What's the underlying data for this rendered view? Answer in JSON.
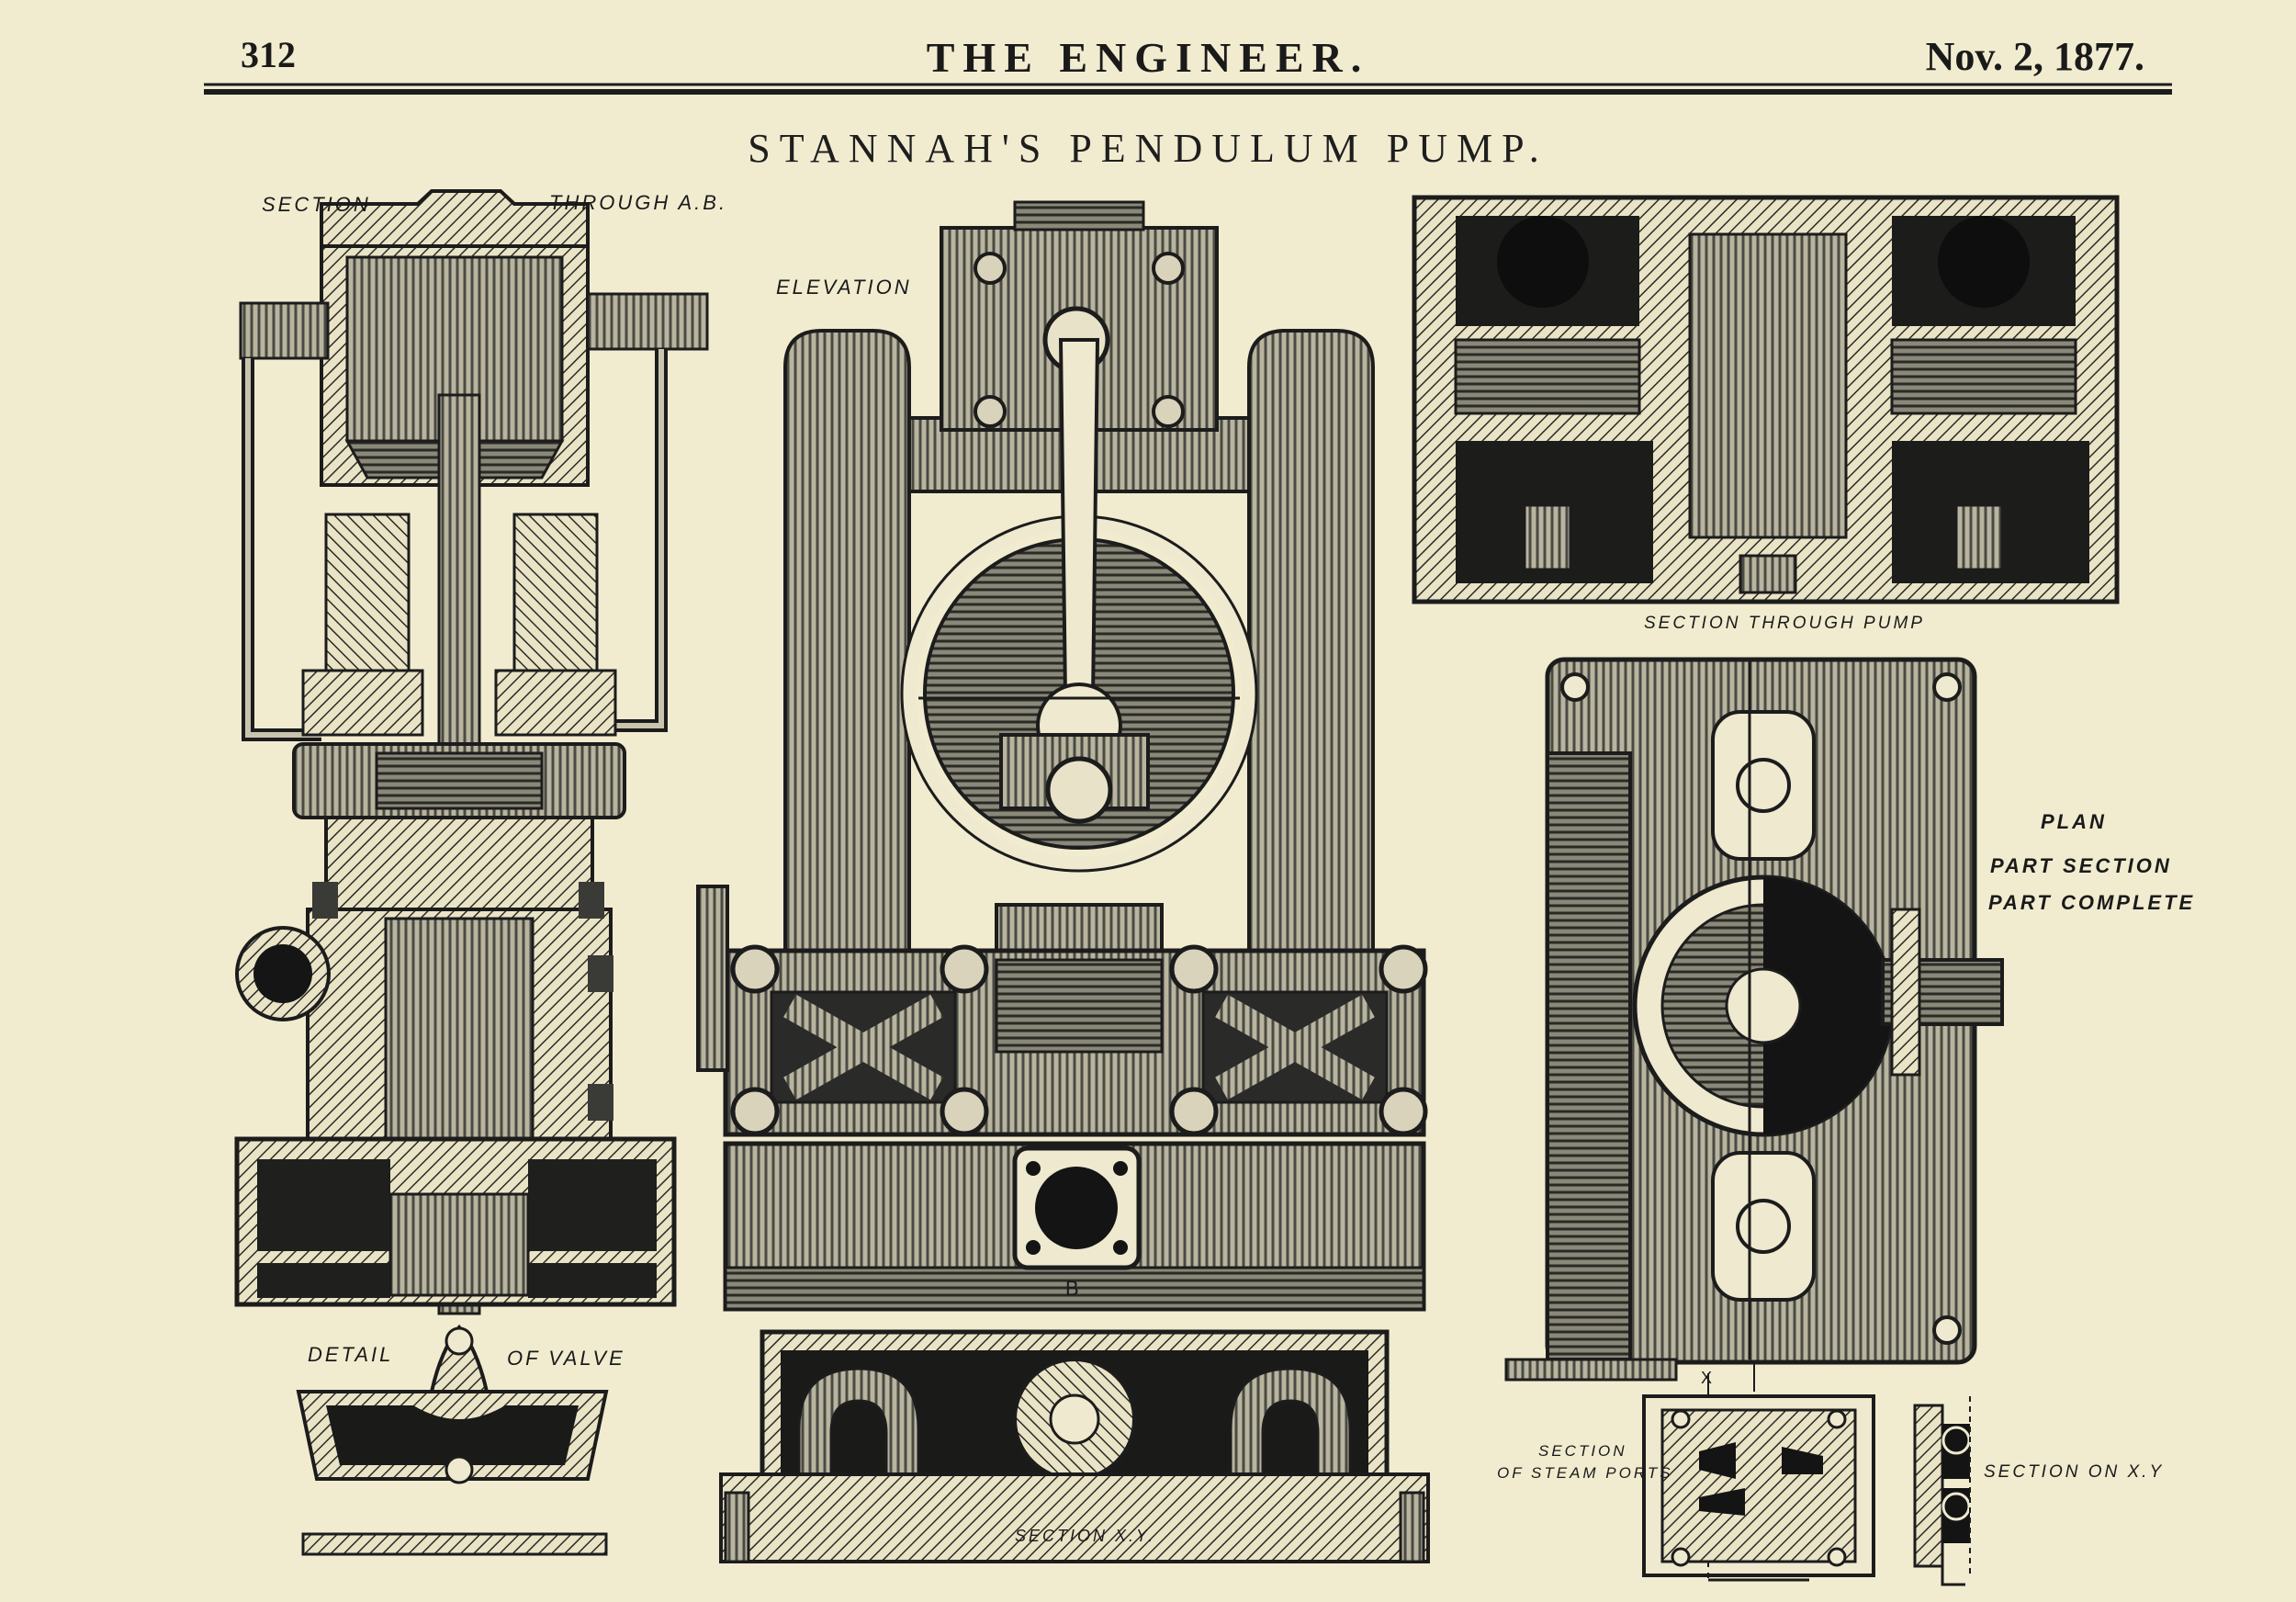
{
  "header": {
    "page_number": "312",
    "publication": "THE ENGINEER.",
    "date": "Nov. 2, 1877."
  },
  "title": "STANNAH'S PENDULUM PUMP.",
  "labels": {
    "section": "SECTION",
    "through_ab": "THROUGH A.B.",
    "elevation": "ELEVATION",
    "section_through_pump": "SECTION THROUGH PUMP",
    "plan": "PLAN",
    "part_section": "PART SECTION",
    "part_complete": "PART COMPLETE",
    "detail": "DETAIL",
    "of_valve": "OF VALVE",
    "section_xy_bottom": "SECTION X.Y.",
    "section_of": "SECTION",
    "steam_ports": "OF STEAM PORTS",
    "section_on_xy": "SECTION ON X.Y",
    "letter_b": "B",
    "letter_x": "X"
  },
  "colors": {
    "paper": "#f1ecd0",
    "ink": "#1c1c1c",
    "mid": "#7c7a70",
    "light": "#c8c4ae",
    "dark": "#2c2c2a"
  }
}
